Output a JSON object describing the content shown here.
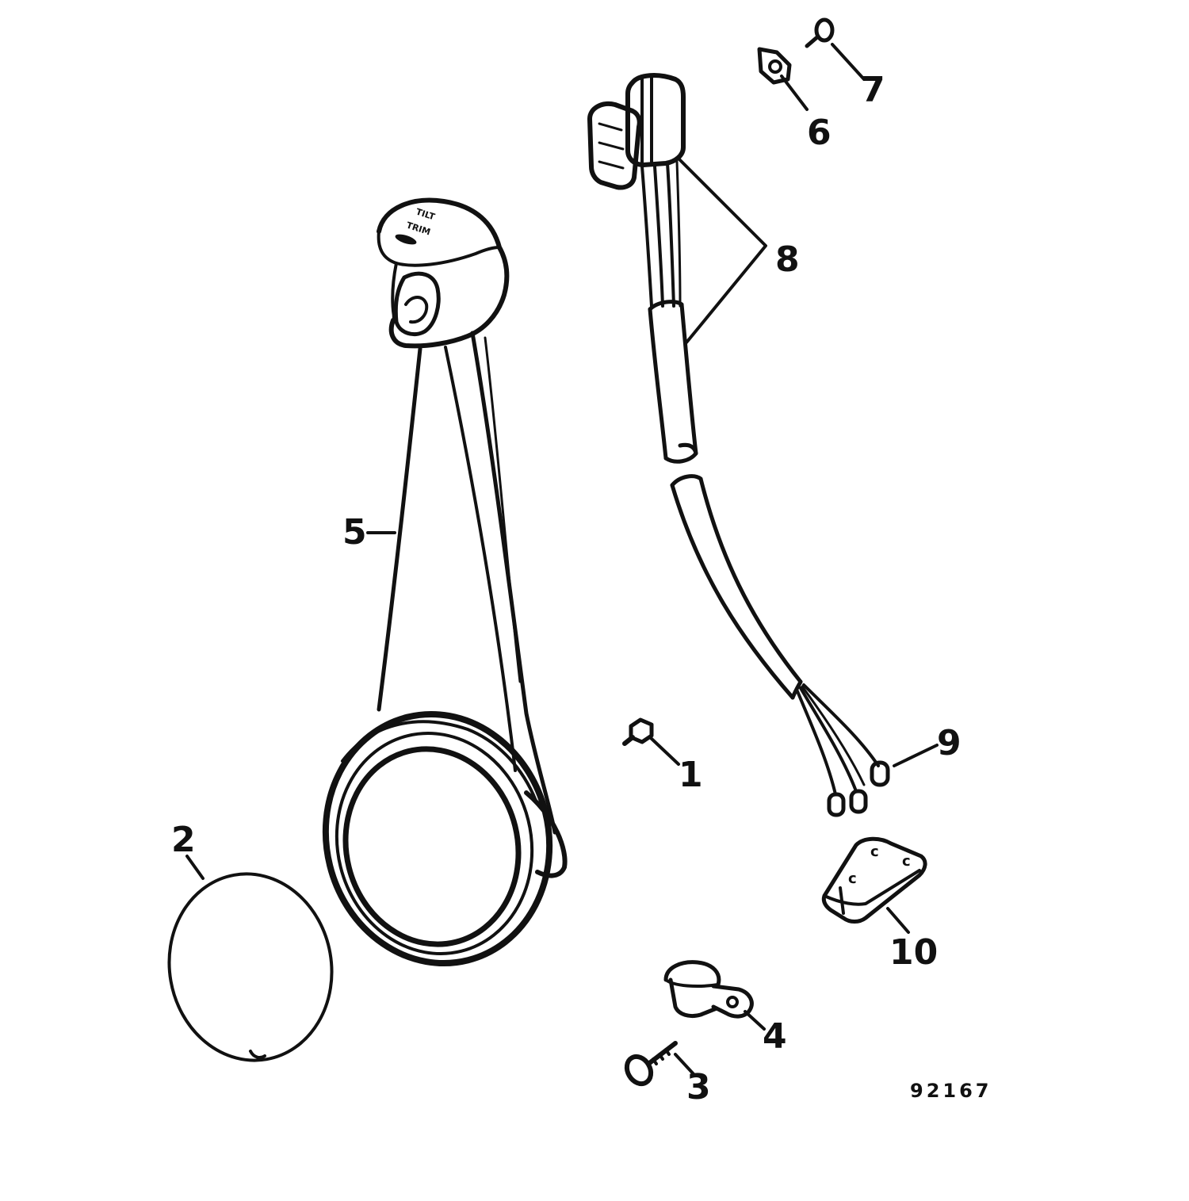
{
  "diagram": {
    "figure_number": "92167",
    "callouts": [
      {
        "id": "1",
        "text": "1"
      },
      {
        "id": "2",
        "text": "2"
      },
      {
        "id": "3",
        "text": "3"
      },
      {
        "id": "4",
        "text": "4"
      },
      {
        "id": "5",
        "text": "5"
      },
      {
        "id": "6",
        "text": "6"
      },
      {
        "id": "7",
        "text": "7"
      },
      {
        "id": "8",
        "text": "8"
      },
      {
        "id": "9",
        "text": "9"
      },
      {
        "id": "10",
        "text": "10"
      }
    ],
    "handle_markings": {
      "line1": "TILT",
      "line2": "TRIM"
    },
    "colors": {
      "ink": "#111111",
      "paper": "#ffffff"
    }
  }
}
